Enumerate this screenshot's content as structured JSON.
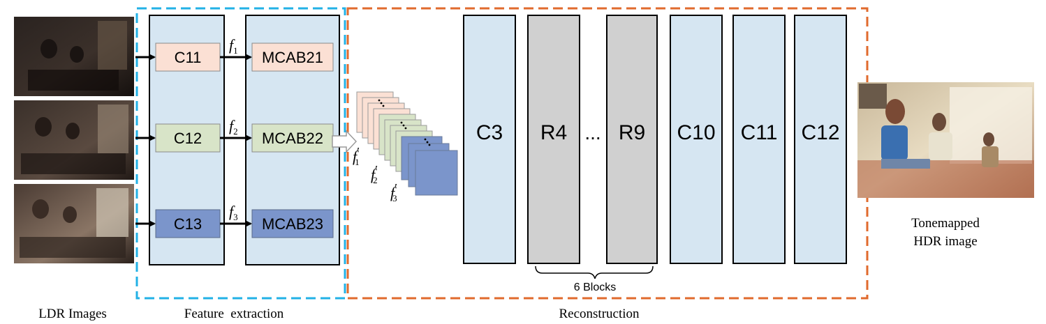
{
  "labels": {
    "ldr_images": "LDR Images",
    "feature_extraction": "Feature  extraction",
    "reconstruction": "Reconstruction",
    "tonemapped_line1": "Tonemapped",
    "tonemapped_line2": "HDR image",
    "six_blocks": "6 Blocks",
    "ellipsis": "..."
  },
  "feature_blocks": {
    "c11": "C11",
    "c12": "C12",
    "c13": "C13",
    "mcab21": "MCAB21",
    "mcab22": "MCAB22",
    "mcab23": "MCAB23"
  },
  "features": {
    "f1": "f",
    "f1_sub": "1",
    "f2": "f",
    "f2_sub": "2",
    "f3": "f",
    "f3_sub": "3",
    "f1p": "f",
    "f1p_sub": "1",
    "f2p": "f",
    "f2p_sub": "2",
    "f3p": "f",
    "f3p_sub": "3",
    "prime": "′"
  },
  "reconstruction_blocks": {
    "c3": "C3",
    "r4": "R4",
    "r9": "R9",
    "c10": "C10",
    "c11": "C11",
    "c12": "C12"
  },
  "colors": {
    "feature_bg": "#d6e6f2",
    "recon_bg": "#d6e6f2",
    "residual_bg": "#d0d0d0",
    "c1_pink": "#fbe0d4",
    "c1_green": "#d8e4c8",
    "c1_blue": "#7b95cb",
    "blue_dash": "#22b1e6",
    "orange_dash": "#e06a2d"
  }
}
